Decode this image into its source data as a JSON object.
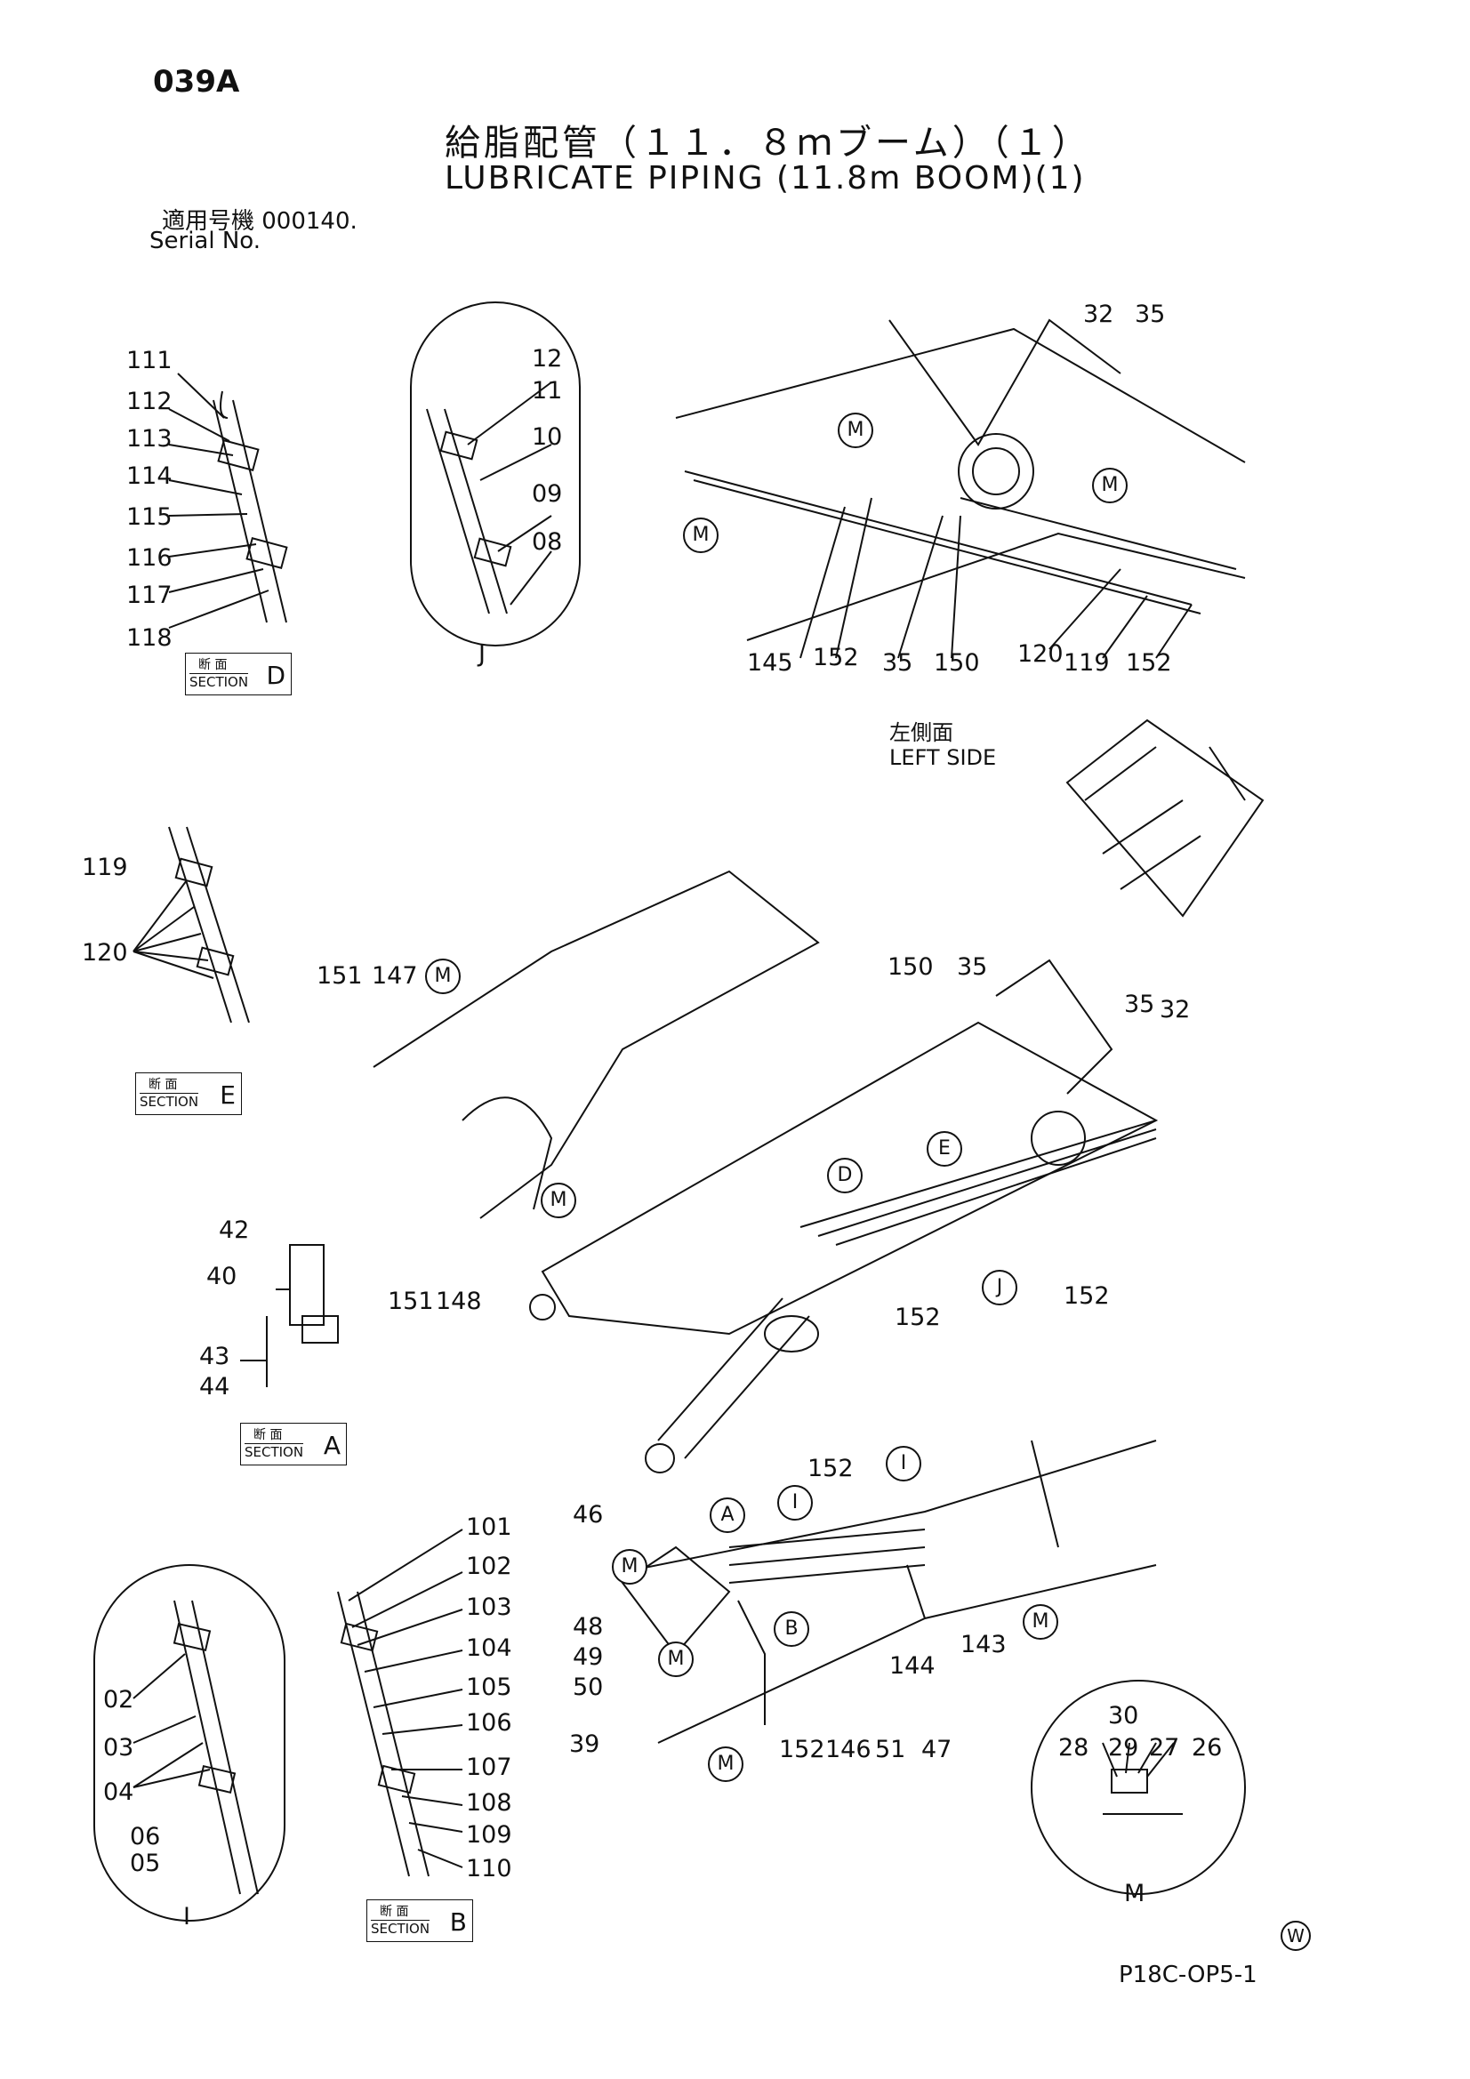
{
  "header": {
    "page_no": "039A",
    "title_jp": "給脂配管（１１．８ｍブーム）（１）",
    "title_en": "LUBRICATE PIPING (11.8m BOOM)(1)",
    "serial_jp": "適用号機  000140.",
    "serial_en": "Serial No."
  },
  "side_label": {
    "jp": "左側面",
    "en": "LEFT SIDE"
  },
  "sections": {
    "jp": "断 面",
    "en": "SECTION",
    "D": "D",
    "E": "E",
    "A": "A",
    "B": "B"
  },
  "detail_labels": {
    "J": "J",
    "I": "I",
    "M": "M"
  },
  "callouts": {
    "d": [
      "111",
      "112",
      "113",
      "114",
      "115",
      "116",
      "117",
      "118"
    ],
    "j": [
      "12",
      "11",
      "10",
      "09",
      "08"
    ],
    "e": [
      "119",
      "120"
    ],
    "a": [
      "42",
      "40",
      "43",
      "44"
    ],
    "i": [
      "02",
      "03",
      "04",
      "06",
      "05"
    ],
    "b": [
      "101",
      "102",
      "103",
      "104",
      "105",
      "106",
      "107",
      "108",
      "109",
      "110"
    ],
    "m": [
      "30",
      "28",
      "29",
      "27",
      "26"
    ],
    "top": [
      "32",
      "35",
      "145",
      "152",
      "35",
      "150",
      "120",
      "119",
      "152"
    ],
    "mid": [
      "151",
      "147",
      "151",
      "148",
      "150",
      "35",
      "35",
      "32",
      "152",
      "152"
    ],
    "bot": [
      "46",
      "48",
      "49",
      "50",
      "39",
      "152",
      "146",
      "51",
      "47",
      "152",
      "143",
      "144"
    ]
  },
  "circle_marks": {
    "M": "M",
    "J": "J",
    "I": "I",
    "D": "D",
    "E": "E",
    "A": "A",
    "B": "B"
  },
  "footer": {
    "doc_no": "P18C-OP5-1",
    "mark": "W"
  }
}
